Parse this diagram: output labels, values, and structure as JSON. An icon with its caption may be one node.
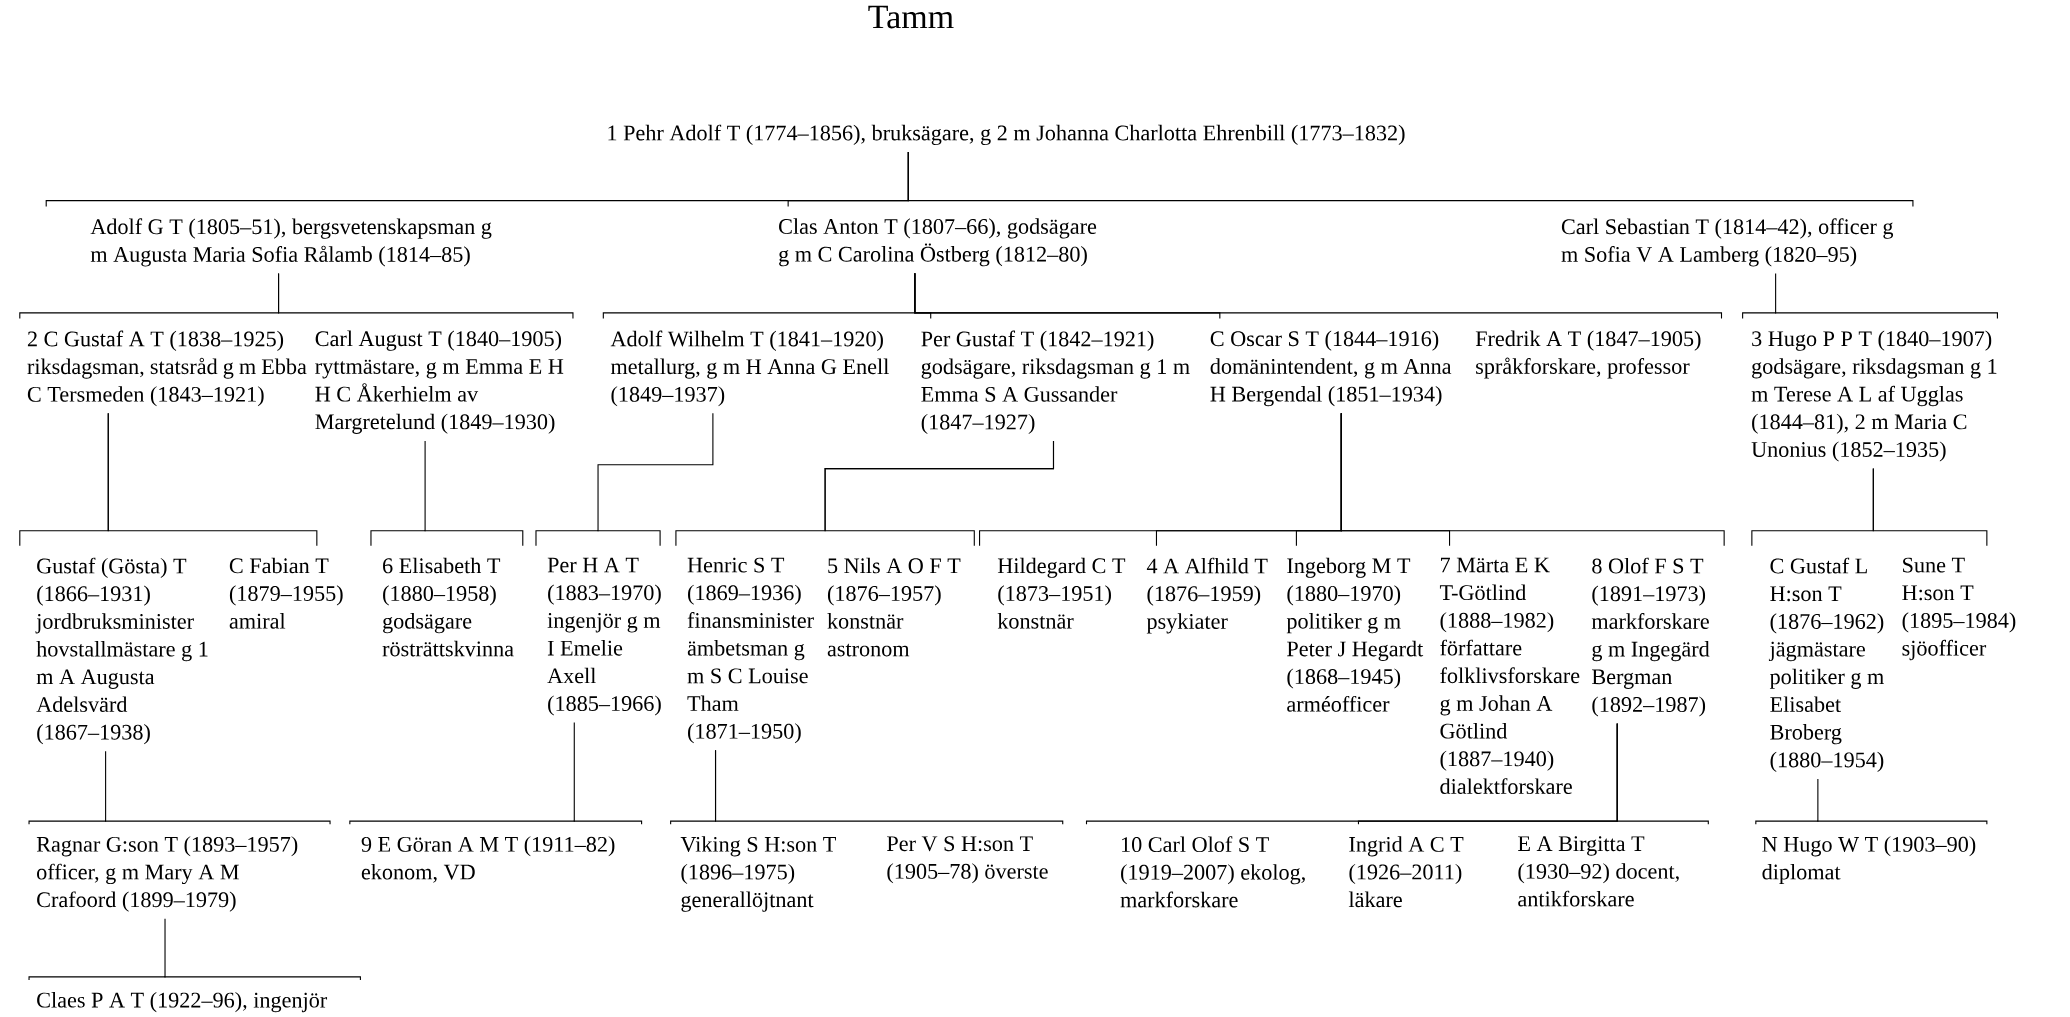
{
  "diagram": {
    "title": "Tamm",
    "nodes": [
      {
        "text": [
          "1 Pehr Adolf T (1774–1856), bruksägare, g 2 m Johanna Charlotta Ehrenbill (1773–1832)"
        ]
      },
      {
        "text": [
          "Adolf G T (1805–51), bergsvetenskapsman g m Augusta Maria Sofia Rålamb (1814–85)"
        ]
      },
      {
        "text": [
          "Clas Anton T (1807–66), godsägare g m C Carolina Östberg (1812–80)"
        ]
      },
      {
        "text": [
          "Carl Sebastian T (1814–42), officer g m Sofia V A Lamberg (1820–95)"
        ]
      },
      {
        "text": [
          "2 C Gustaf A T (1838–1925) riksdagsman, statsråd g m Ebba C Tersmeden (1843–1921)"
        ]
      },
      {
        "text": [
          "Carl August T (1840–1905) ryttmästare, g m Emma E H H C Åkerhielm av Margretelund (1849–1930)"
        ]
      },
      {
        "text": [
          "Adolf Wilhelm T (1841–1920) metallurg, g m H Anna G Enell (1849–1937)"
        ]
      },
      {
        "text": [
          "Per Gustaf T (1842–1921) godsägare, riksdagsman g 1 m Emma S A Gussander (1847–1927)"
        ]
      },
      {
        "text": [
          "C Oscar S T (1844–1916) domänintendent, g m Anna H Bergendal (1851–1934)"
        ]
      },
      {
        "text": [
          "Fredrik A T (1847–1905) språkforskare, professor"
        ]
      },
      {
        "text": [
          "3 Hugo P P T (1840–1907) godsägare, riksdagsman g 1 m Terese A L af Ugglas (1844–81), 2 m Maria C Unonius (1852–1935)"
        ]
      },
      {
        "text": [
          "Gustaf (Gösta) T (1866–1931) jordbruksminister hovstallmästare g 1 m A Augusta Adelsvärd (1867–1938)"
        ]
      },
      {
        "text": [
          "C Fabian T (1879–1955) amiral"
        ]
      },
      {
        "text": [
          "6 Elisabeth T (1880–1958) godsägare rösträttskvinna"
        ]
      },
      {
        "text": [
          "Per H A T (1883–1970) ingenjör g m I Emelie Axell (1885–1966)"
        ]
      },
      {
        "text": [
          "Henric S T (1869–1936) finansminister ämbetsman g m S C Louise Tham (1871–1950)"
        ]
      },
      {
        "text": [
          "5 Nils A O F T (1876–1957) konstnär astronom"
        ]
      },
      {
        "text": [
          "Hildegard C T (1873–1951) konstnär"
        ]
      },
      {
        "text": [
          "4 A Alfhild T (1876–1959) psykiater"
        ]
      },
      {
        "text": [
          "Ingeborg M T (1880–1970) politiker g m Peter J Hegardt (1868–1945) arméofficer"
        ]
      },
      {
        "text": [
          "7 Märta E K T-Götlind (1888–1982) författare folklivsforskare g m Johan A Götlind (1887–1940) dialektforskare"
        ]
      },
      {
        "text": [
          "8 Olof F S T (1891–1973) markforskare g m Ingegärd Bergman (1892–1987)"
        ]
      },
      {
        "text": [
          "C Gustaf L H:son T (1876–1962) jägmästare politiker g m Elisabet Broberg (1880–1954)"
        ]
      },
      {
        "text": [
          "Sune T H:son T (1895–1984) sjöofficer"
        ]
      },
      {
        "text": [
          "Ragnar G:son T (1893–1957) officer, g m Mary A M Crafoord (1899–1979)"
        ]
      },
      {
        "text": [
          "9 E Göran A M T (1911–82) ekonom, VD"
        ]
      },
      {
        "text": [
          "Viking S H:son T (1896–1975) generallöjtnant"
        ]
      },
      {
        "text": [
          "Per V S H:son T (1905–78) överste"
        ]
      },
      {
        "text": [
          "10 Carl Olof S T (1919–2007) ekolog, markforskare"
        ]
      },
      {
        "text": [
          "Ingrid A C T (1926–2011) läkare"
        ]
      },
      {
        "text": [
          "E A Birgitta T (1930–92) docent, antikforskare"
        ]
      },
      {
        "text": [
          "N Hugo W T (1903–90) diplomat"
        ]
      },
      {
        "text": [
          "Claes P A T (1922–96), ingenjör"
        ]
      }
    ],
    "edges": [
      {
        "from": 0,
        "to": 1,
        "arrow": "none"
      },
      {
        "from": 0,
        "to": 2,
        "arrow": "none"
      },
      {
        "from": 0,
        "to": 3,
        "arrow": "none"
      },
      {
        "from": 1,
        "to": 4,
        "arrow": "none"
      },
      {
        "from": 1,
        "to": 5,
        "arrow": "none"
      },
      {
        "from": 2,
        "to": 6,
        "arrow": "none"
      },
      {
        "from": 2,
        "to": 7,
        "arrow": "none"
      },
      {
        "from": 2,
        "to": 8,
        "arrow": "none"
      },
      {
        "from": 2,
        "to": 9,
        "arrow": "none"
      },
      {
        "from": 3,
        "to": 10,
        "arrow": "none"
      },
      {
        "from": 4,
        "to": 11,
        "arrow": "none"
      },
      {
        "from": 4,
        "to": 12,
        "arrow": "none"
      },
      {
        "from": 5,
        "to": 13,
        "arrow": "none"
      },
      {
        "from": 6,
        "to": 14,
        "arrow": "none"
      },
      {
        "from": 7,
        "to": 15,
        "arrow": "none"
      },
      {
        "from": 7,
        "to": 16,
        "arrow": "none"
      },
      {
        "from": 8,
        "to": 17,
        "arrow": "none"
      },
      {
        "from": 8,
        "to": 18,
        "arrow": "none"
      },
      {
        "from": 8,
        "to": 19,
        "arrow": "none"
      },
      {
        "from": 8,
        "to": 20,
        "arrow": "none"
      },
      {
        "from": 8,
        "to": 21,
        "arrow": "none"
      },
      {
        "from": 10,
        "to": 22,
        "arrow": "none"
      },
      {
        "from": 10,
        "to": 23,
        "arrow": "none"
      },
      {
        "from": 11,
        "to": 24,
        "arrow": "none"
      },
      {
        "from": 14,
        "to": 25,
        "arrow": "none"
      },
      {
        "from": 15,
        "to": 26,
        "arrow": "none"
      },
      {
        "from": 15,
        "to": 27,
        "arrow": "none"
      },
      {
        "from": 21,
        "to": 28,
        "arrow": "none"
      },
      {
        "from": 21,
        "to": 29,
        "arrow": "none"
      },
      {
        "from": 21,
        "to": 30,
        "arrow": "none"
      },
      {
        "from": 22,
        "to": 31,
        "arrow": "none"
      },
      {
        "from": 24,
        "to": 32,
        "arrow": "none"
      }
    ]
  }
}
